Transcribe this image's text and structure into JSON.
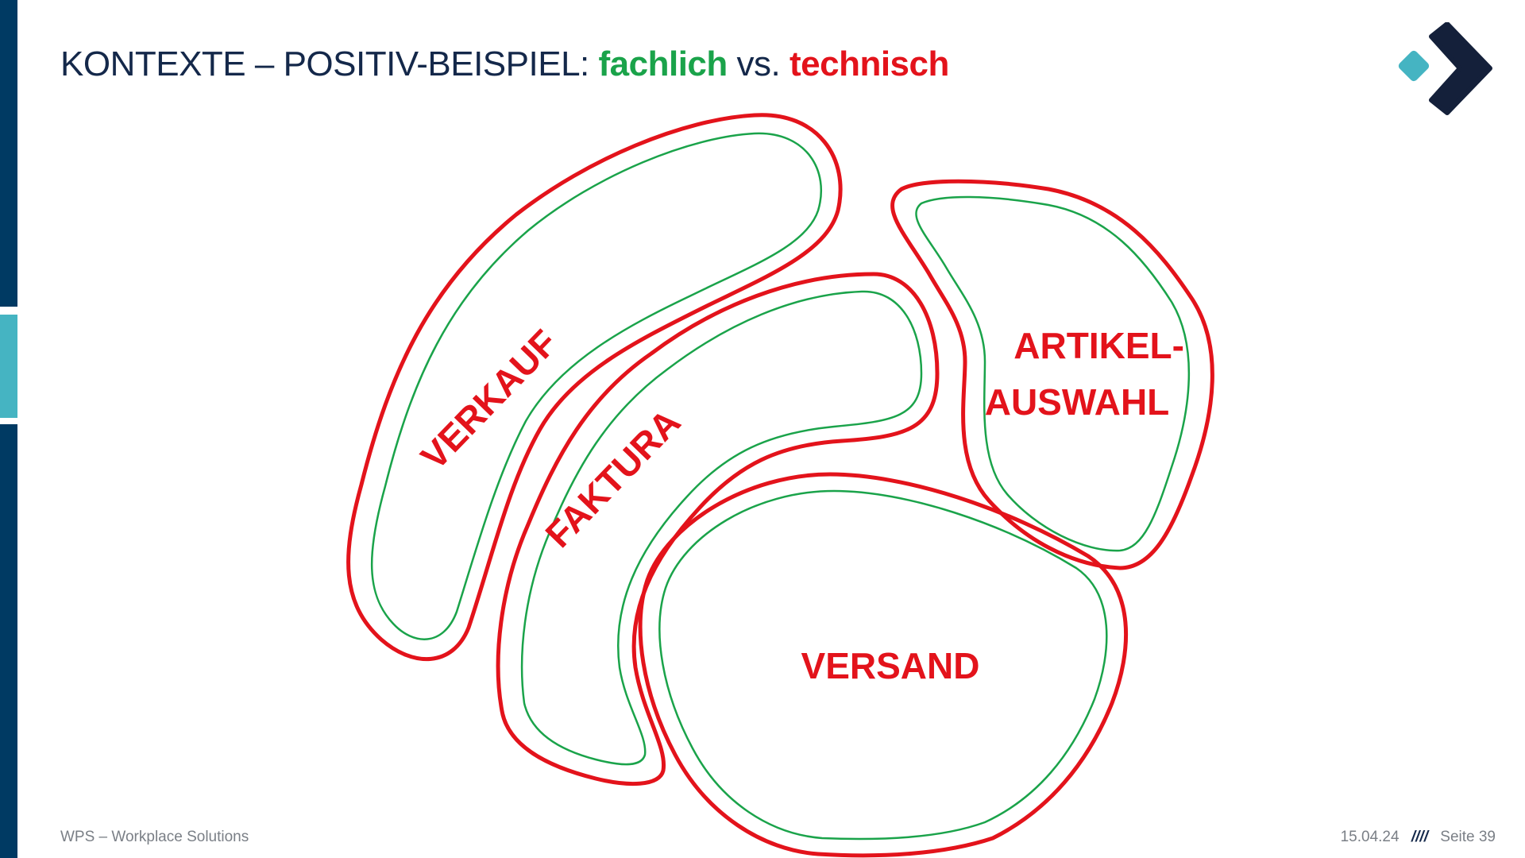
{
  "slide": {
    "title_prefix": "KONTEXTE – POSITIV-BEISPIEL:",
    "title_fachlich": "fachlich",
    "title_vs": "vs.",
    "title_technisch": "technisch"
  },
  "contexts": [
    {
      "label": "VERKAUF"
    },
    {
      "label": "FAKTURA"
    },
    {
      "label": "ARTIKEL-",
      "label_line2": "AUSWAHL"
    },
    {
      "label": "VERSAND"
    }
  ],
  "footer": {
    "company": "WPS – Workplace Solutions",
    "date": "15.04.24",
    "separator": "////",
    "page": "Seite 39"
  },
  "colors": {
    "fachlich": "#1aa34a",
    "technisch": "#e3131b",
    "navy": "#003a63",
    "teal": "#45b4c2"
  },
  "icons": {
    "logo": "wps-arrow-logo"
  }
}
